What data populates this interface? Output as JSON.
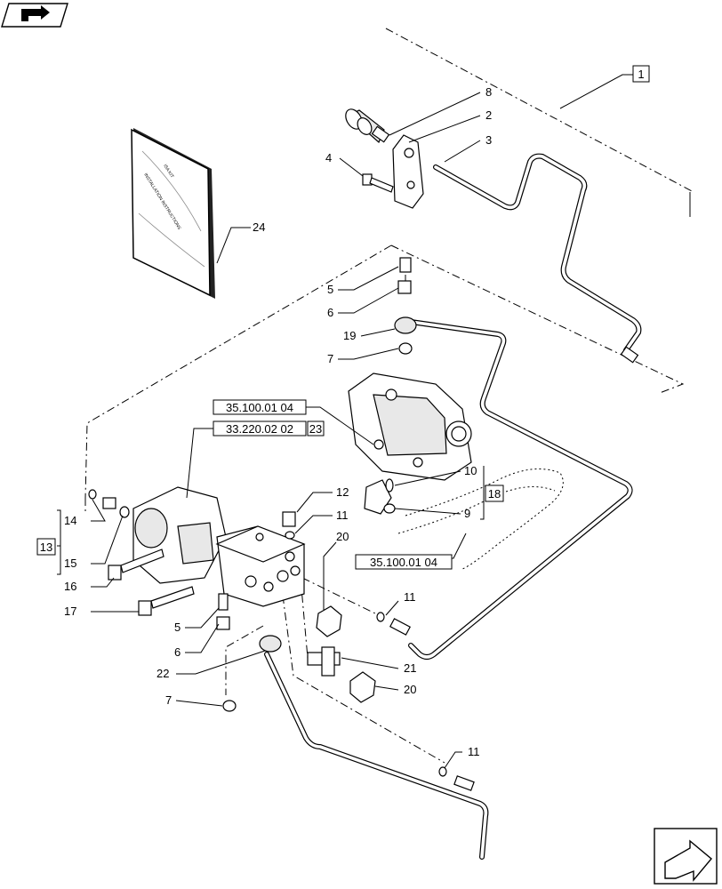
{
  "nav": {
    "prev_icon": "arrow-back-icon",
    "next_icon": "arrow-forward-icon"
  },
  "booklet": {
    "line1": "ISA KIT",
    "line2": "INSTALLATION INSTRUCTIONS"
  },
  "callouts": {
    "c1": "1",
    "c2": "2",
    "c3": "3",
    "c4": "4",
    "c5a": "5",
    "c5b": "5",
    "c6a": "6",
    "c6b": "6",
    "c7a": "7",
    "c7b": "7",
    "c8": "8",
    "c9": "9",
    "c10": "10",
    "c11a": "11",
    "c11b": "11",
    "c11c": "11",
    "c12": "12",
    "c13": "13",
    "c14": "14",
    "c15": "15",
    "c16": "16",
    "c17": "17",
    "c18": "18",
    "c19": "19",
    "c20a": "20",
    "c20b": "20",
    "c21": "21",
    "c22": "22",
    "c23": "23",
    "c24": "24"
  },
  "references": {
    "ref_top": "35.100.01 04",
    "ref_valve": "33.220.02 02",
    "ref_hose": "35.100.01 04"
  }
}
